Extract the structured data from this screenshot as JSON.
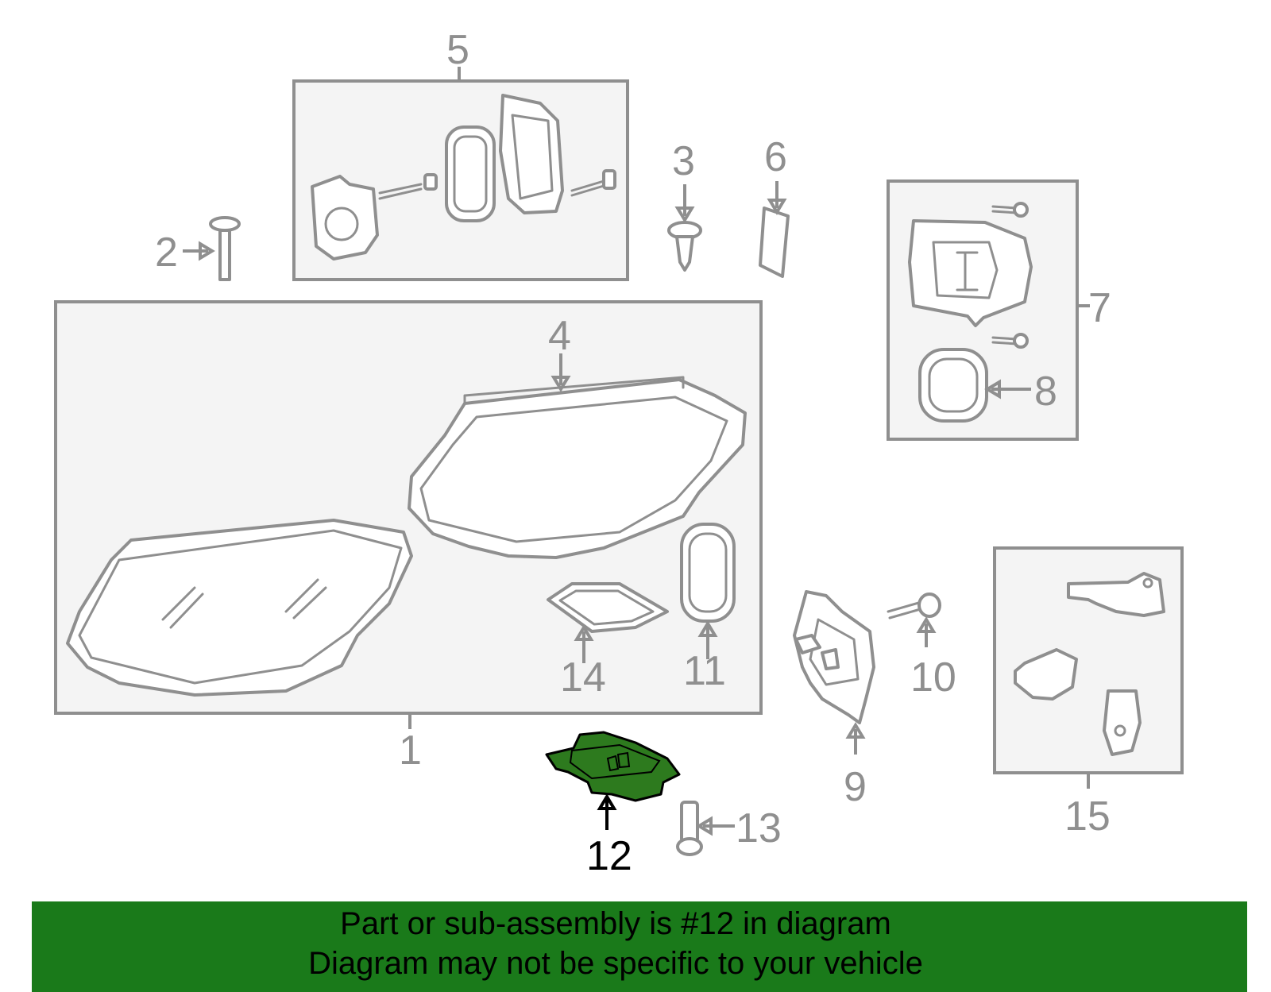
{
  "diagram": {
    "callouts": [
      "1",
      "2",
      "3",
      "4",
      "5",
      "6",
      "7",
      "8",
      "9",
      "10",
      "11",
      "12",
      "13",
      "14",
      "15"
    ],
    "highlight_callout": "12"
  },
  "banner": {
    "line1": "Part or sub-assembly is #12 in diagram",
    "line2": "Diagram may not be specific to your vehicle"
  },
  "colors": {
    "banner": "#1a7a1a",
    "highlight_part": "#2d7a1e",
    "line": "#8f8f8f",
    "box_fill": "#f4f4f4"
  }
}
